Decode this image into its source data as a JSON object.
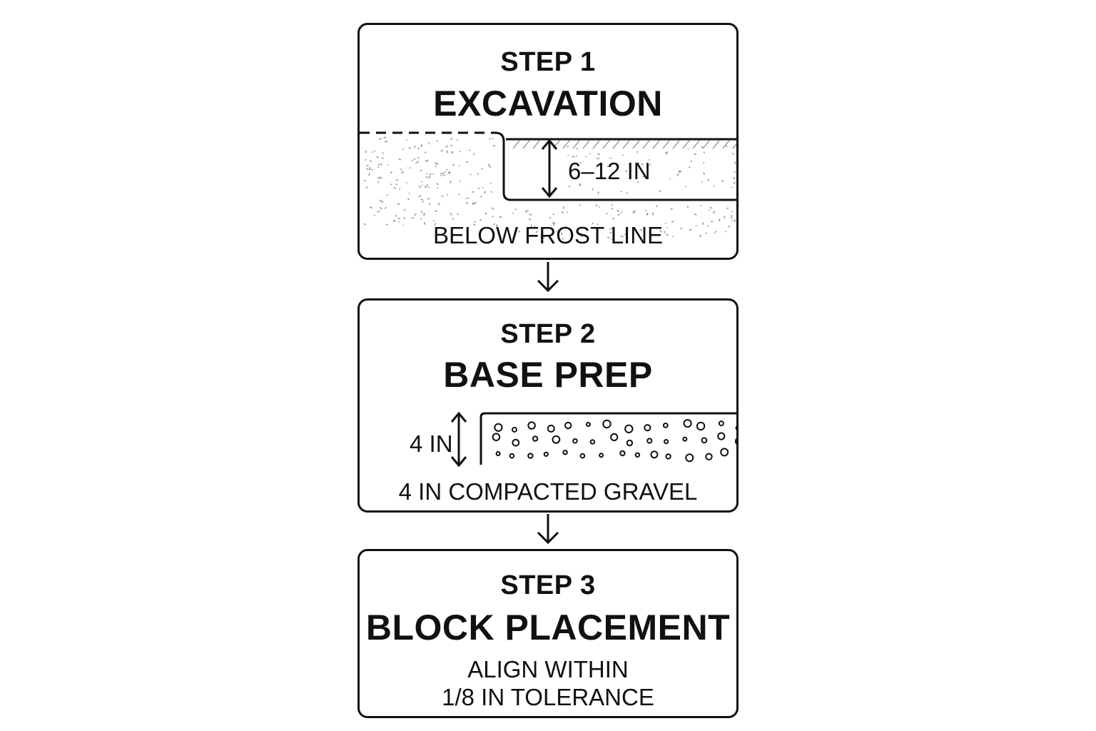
{
  "steps": [
    {
      "step_label": "STEP 1",
      "title": "EXCAVATION",
      "depth_label": "6–12 IN",
      "note": "BELOW FROST LINE"
    },
    {
      "step_label": "STEP 2",
      "title": "BASE PREP",
      "depth_label": "4 IN",
      "note": "4 IN COMPACTED GRAVEL"
    },
    {
      "step_label": "STEP 3",
      "title": "BLOCK PLACEMENT",
      "note_line1": "ALIGN WITHIN",
      "note_line2": "1/8 IN TOLERANCE"
    }
  ],
  "colors": {
    "line": "#111111",
    "soil_speckle": "#9a9a9a",
    "background": "#ffffff"
  },
  "icons": {
    "flow_arrow": "arrow-down-icon",
    "depth_arrow": "double-arrow-vertical-icon"
  }
}
